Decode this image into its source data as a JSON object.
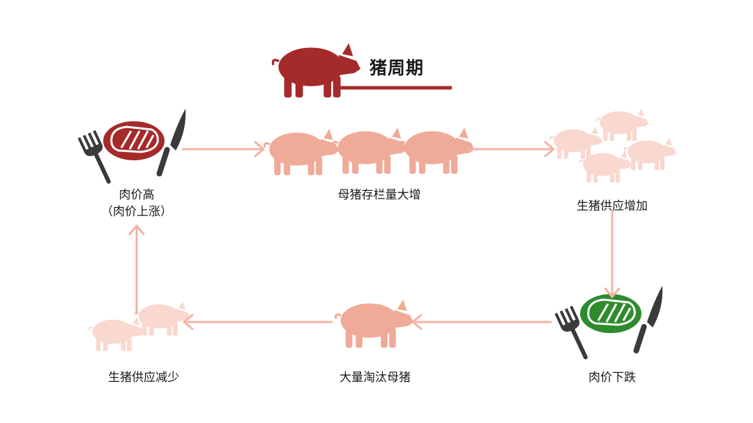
{
  "title": "猪周期",
  "stages": {
    "price_high": {
      "line1": "肉价高",
      "line2": "（肉价上涨）"
    },
    "sow_increase": "母猪存栏量大增",
    "supply_increase": "生猪供应增加",
    "price_fall": "肉价下跌",
    "sow_cull": "大量淘汰母猪",
    "supply_decrease": "生猪供应减少"
  },
  "colors": {
    "title_pig": "#a52a2a",
    "steak_high": "#a52a2a",
    "steak_low": "#2e8b2e",
    "pig_solid": "#f0aa98",
    "pig_faded": "#f9d8cf",
    "arrow": "#f3b3a4",
    "cutlery": "#3a3a3a"
  }
}
